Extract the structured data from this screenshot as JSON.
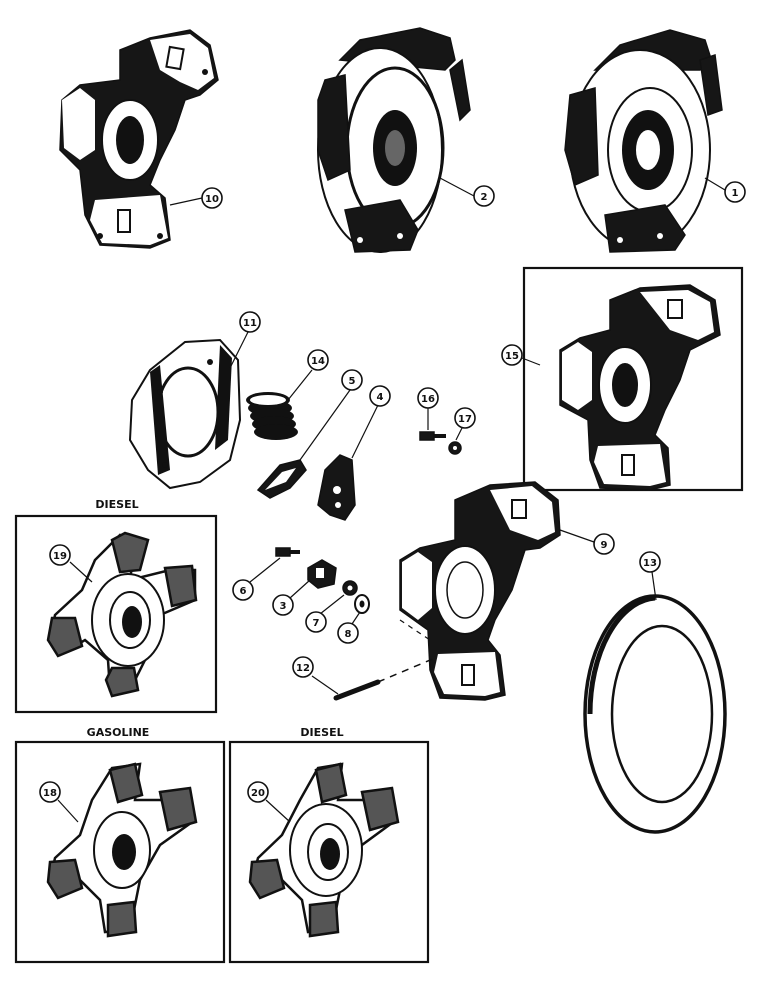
{
  "callouts": {
    "c1": "1",
    "c2": "2",
    "c3": "3",
    "c4": "4",
    "c5": "5",
    "c6": "6",
    "c7": "7",
    "c8": "8",
    "c9": "9",
    "c10": "10",
    "c11": "11",
    "c12": "12",
    "c13": "13",
    "c14": "14",
    "c15": "15",
    "c16": "16",
    "c17": "17",
    "c18": "18",
    "c19": "19",
    "c20": "20"
  },
  "panels": {
    "diesel_top": "DIESEL",
    "gasoline": "GASOLINE",
    "diesel_bottom": "DIESEL"
  }
}
